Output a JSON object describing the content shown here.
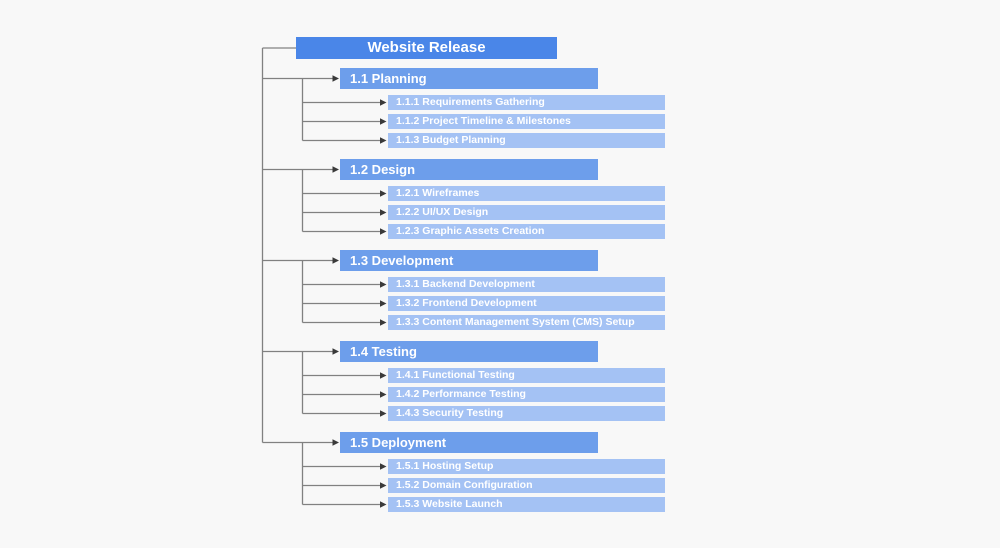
{
  "diagram": {
    "type": "work-breakdown-structure",
    "root_label": "Website Release",
    "branches": [
      {
        "label": "1.1 Planning",
        "children": [
          "1.1.1 Requirements Gathering",
          "1.1.2 Project Timeline & Milestones",
          "1.1.3 Budget Planning"
        ]
      },
      {
        "label": "1.2 Design",
        "children": [
          "1.2.1 Wireframes",
          "1.2.2 UI/UX Design",
          "1.2.3 Graphic Assets Creation"
        ]
      },
      {
        "label": "1.3 Development",
        "children": [
          "1.3.1 Backend Development",
          "1.3.2 Frontend Development",
          "1.3.3 Content Management System (CMS) Setup"
        ]
      },
      {
        "label": "1.4 Testing",
        "children": [
          "1.4.1 Functional Testing",
          "1.4.2 Performance Testing",
          "1.4.3 Security Testing"
        ]
      },
      {
        "label": "1.5 Deployment",
        "children": [
          "1.5.1 Hosting Setup",
          "1.5.2 Domain Configuration",
          "1.5.3 Website Launch"
        ]
      }
    ],
    "colors": {
      "background": "#f8f8f8",
      "root_box": "#4a86e8",
      "branch_box": "#6d9eeb",
      "leaf_box": "#a4c2f4",
      "text": "#ffffff",
      "connector_line": "#818181",
      "arrowhead": "#3a3a3a"
    }
  }
}
